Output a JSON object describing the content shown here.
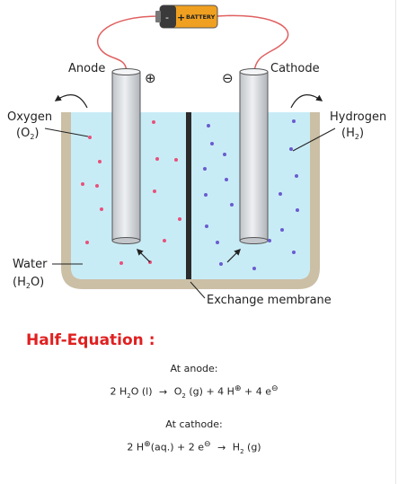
{
  "battery": {
    "label": "BATTERY",
    "plus": "+",
    "minus": "-"
  },
  "electrodes": {
    "anode": {
      "label": "Anode",
      "sign": "⊕"
    },
    "cathode": {
      "label": "Cathode",
      "sign": "⊖"
    }
  },
  "gases": {
    "oxygen": {
      "name": "Oxygen",
      "formula": "(O",
      "sub": "2",
      "close": ")"
    },
    "hydrogen": {
      "name": "Hydrogen",
      "formula": "(H",
      "sub": "2",
      "close": ")"
    }
  },
  "water": {
    "name": "Water",
    "formula": "(H",
    "sub": "2",
    "tail": "O)"
  },
  "membrane": {
    "label": "Exchange membrane"
  },
  "colors": {
    "water": "#c8ecf6",
    "tank": "#cbbfa6",
    "oxygen_bubble": "#e8507a",
    "hydrogen_bubble": "#6a5bd0",
    "wire": "#e06060",
    "title": "#e02020"
  },
  "half_equation": {
    "title": "Half-Equation :",
    "anode": {
      "heading": "At anode:",
      "lhs": {
        "coef": "2 H",
        "sub": "2",
        "rest": "O (l)"
      },
      "arrow": "→",
      "rhs1": {
        "text": "O",
        "sub": "2",
        "state": " (g)"
      },
      "plus1": "+",
      "rhs2": {
        "text": "4 H",
        "sup": "⊕"
      },
      "plus2": "+",
      "rhs3": {
        "text": "4 e",
        "sup": "⊖"
      }
    },
    "cathode": {
      "heading": "At cathode:",
      "lhs1": {
        "text": "2 H",
        "sup": "⊕",
        "state": "(aq.)"
      },
      "plus": "+",
      "lhs2": {
        "text": "2 e",
        "sup": "⊖"
      },
      "arrow": "→",
      "rhs": {
        "text": "H",
        "sub": "2",
        "state": " (g)"
      }
    }
  }
}
